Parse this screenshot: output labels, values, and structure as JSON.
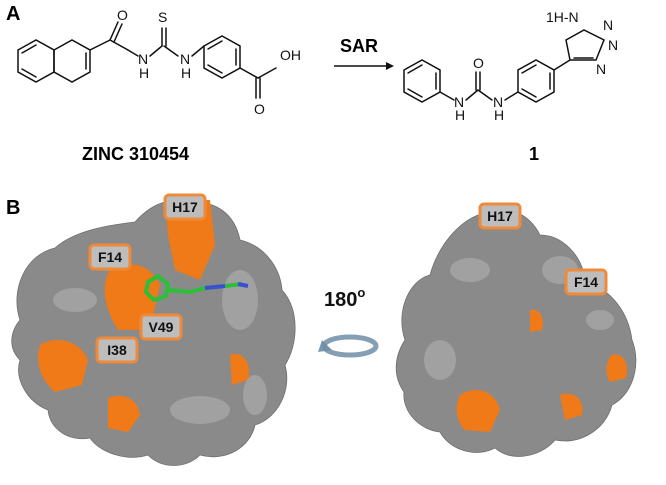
{
  "panel_a": {
    "label": "A",
    "arrow_label": "SAR",
    "compound_left": {
      "name": "ZINC 310454",
      "atoms": {
        "S": "S",
        "O1": "O",
        "OH": "OH",
        "NH1": "H",
        "N1": "N",
        "NH2": "H",
        "N2": "N",
        "O2": "O"
      }
    },
    "compound_right": {
      "name": "1",
      "atoms": {
        "O": "O",
        "NH_a": "H",
        "N_a": "N",
        "NH_b": "H",
        "N_b": "N",
        "ring_h": "1H-N",
        "rN1": "N",
        "rN2": "N",
        "rN3": "N"
      }
    }
  },
  "panel_b": {
    "label": "B",
    "rotation_label": "180",
    "rotation_sup": "o",
    "left_residues": [
      "H17",
      "F14",
      "V49",
      "I38"
    ],
    "right_residues": [
      "H17",
      "F14"
    ]
  },
  "colors": {
    "surface": "#8a8a8a",
    "hotspot": "#f07a17",
    "ligand_carbon": "#2bbf3a",
    "ligand_nitrogen": "#3b4fd1"
  }
}
